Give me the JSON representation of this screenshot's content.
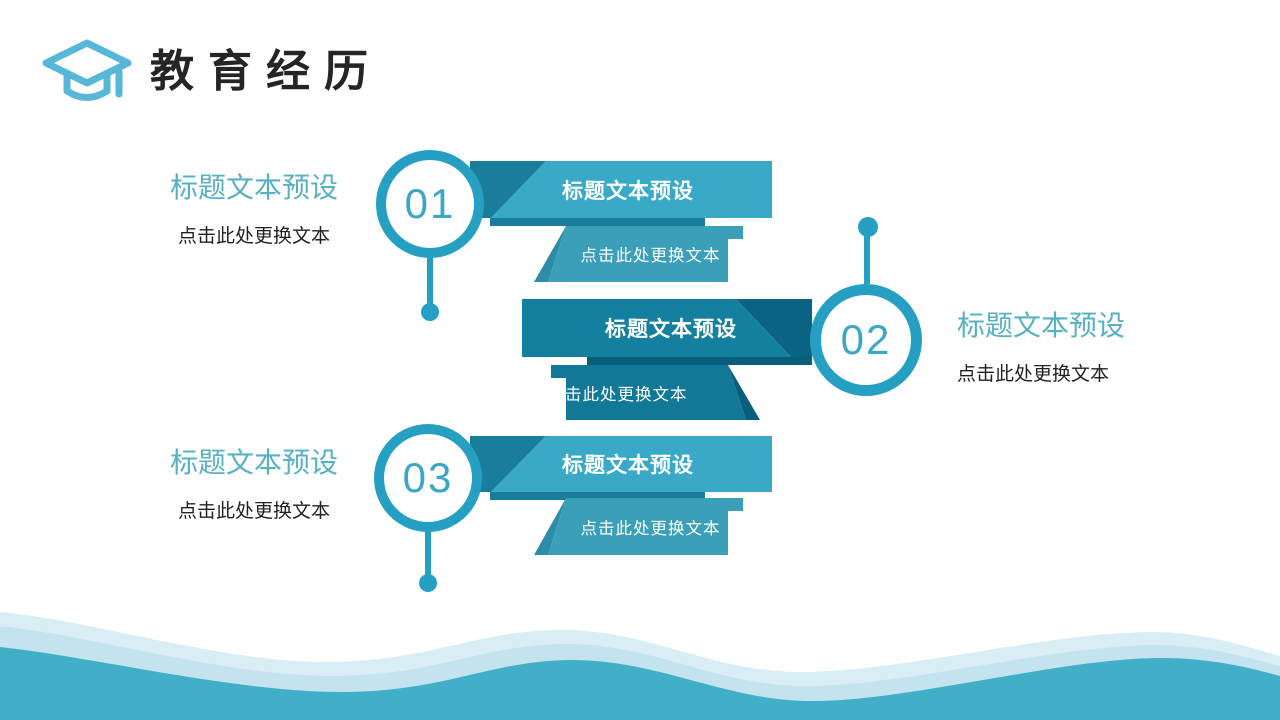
{
  "slide_title": "教育经历",
  "items": [
    {
      "number": "01",
      "side_title": "标题文本预设",
      "side_caption": "点击此处更换文本",
      "banner_title": "标题文本预设",
      "banner_caption": "点击此处更换文本"
    },
    {
      "number": "02",
      "side_title": "标题文本预设",
      "side_caption": "点击此处更换文本",
      "banner_title": "标题文本预设",
      "banner_caption": "点击此处更换文本"
    },
    {
      "number": "03",
      "side_title": "标题文本预设",
      "side_caption": "点击此处更换文本",
      "banner_title": "标题文本预设",
      "banner_caption": "点击此处更换文本"
    }
  ],
  "icons": {
    "header": "graduation-cap-icon"
  },
  "colors": {
    "accent": "#26A0C2",
    "number": "#3BA6C6",
    "side-title": "#58B0C3",
    "caption": "#222222",
    "heading": "#252525",
    "icon": "#57B7D8",
    "banner-bright": "#39A9C7",
    "banner-bright-dark": "#1A7D9B",
    "sub-bright": "#3B9FBA",
    "sub-bright-fold": "#2D8CA7",
    "banner-deep": "#14809F",
    "banner-deep-dark": "#0B6383",
    "strip-deep": "#0A5E7B",
    "sub-deep": "#117897",
    "wave-light": "#D9EDF4",
    "wave-mid": "#C3E4EE",
    "wave-main": "#41AFC8",
    "text-on-banner": "#FFFFFF"
  }
}
